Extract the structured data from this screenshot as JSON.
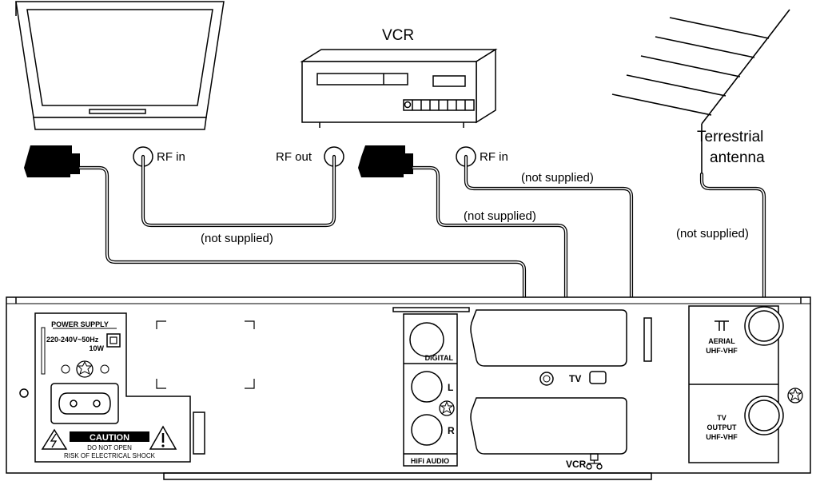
{
  "labels": {
    "vcr_title": "VCR",
    "terrestrial_1": "Terrestrial",
    "terrestrial_2": "antenna",
    "rf_in_tv": "RF in",
    "rf_out_tv": "RF out",
    "rf_in_vcr": "RF in",
    "not_supplied_1": "(not supplied)",
    "not_supplied_2": "(not supplied)",
    "not_supplied_3": "(not supplied)",
    "not_supplied_4": "(not supplied)"
  },
  "panel": {
    "power_supply": "POWER SUPPLY",
    "voltage": "220-240V~50Hz",
    "watt": "10W",
    "caution": "CAUTION",
    "do_not_open": "DO NOT OPEN",
    "risk": "RISK OF ELECTRICAL SHOCK",
    "digital": "DIGITAL",
    "l": "L",
    "r": "R",
    "hifi_audio": "HiFi AUDIO",
    "tv": "TV",
    "vcr": "VCR",
    "aerial_1": "AERIAL",
    "aerial_2": "UHF-VHF",
    "tv_output_1": "TV",
    "tv_output_2": "OUTPUT",
    "tv_output_3": "UHF-VHF"
  },
  "icons": {
    "tv_set": "crt-television-icon",
    "vcr_device": "vcr-player-icon",
    "antenna": "yagi-antenna-icon",
    "scart_plug": "scart-plug-icon",
    "rf_connector": "rf-connector-icon",
    "warning": "warning-triangle-icon",
    "screw": "screw-icon",
    "mains_socket": "mains-socket-icon"
  },
  "colors": {
    "line": "#000000",
    "plug": "#000000",
    "background": "#ffffff"
  }
}
